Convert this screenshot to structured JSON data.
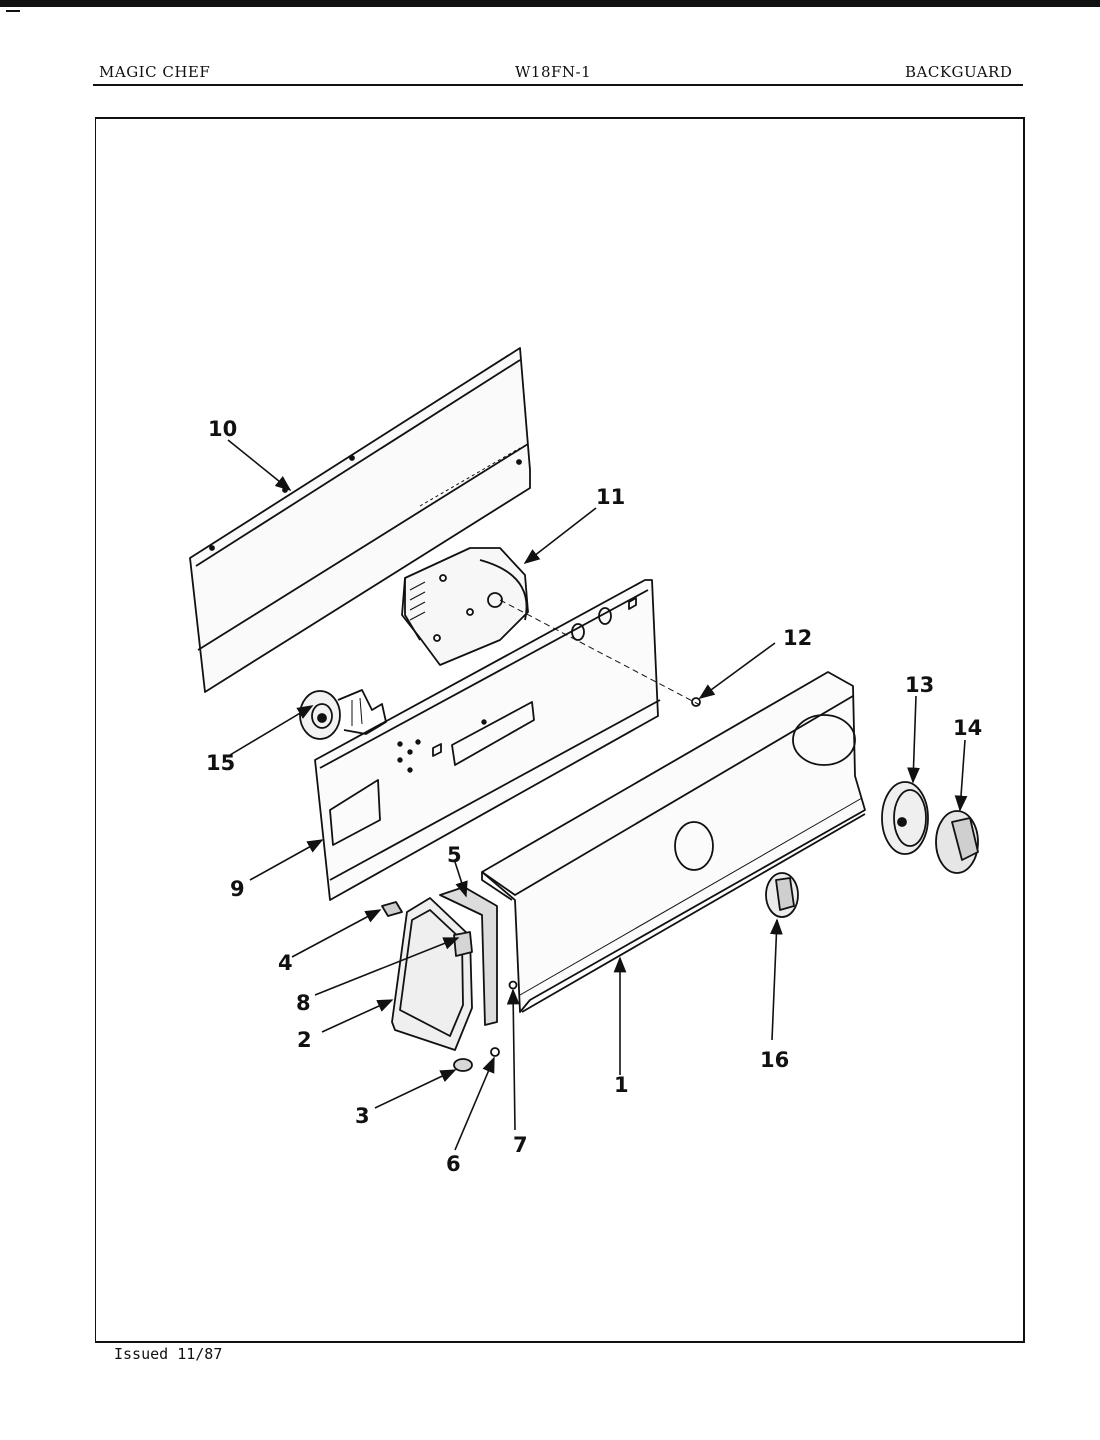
{
  "header": {
    "brand": "MAGIC CHEF",
    "model": "W18FN-1",
    "section": "BACKGUARD"
  },
  "footer": {
    "issued": "Issued 11/87"
  },
  "diagram": {
    "callouts": [
      "1",
      "2",
      "3",
      "4",
      "5",
      "6",
      "7",
      "8",
      "9",
      "10",
      "11",
      "12",
      "13",
      "14",
      "15",
      "16"
    ]
  }
}
